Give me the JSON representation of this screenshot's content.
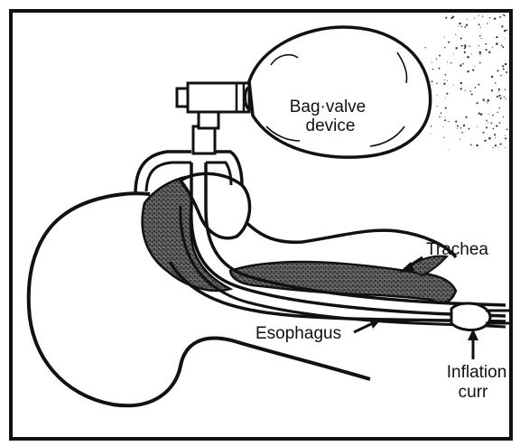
{
  "labels": {
    "bag_valve_line1": "Bag·valve",
    "bag_valve_line2": "device",
    "trachea": "Trachea",
    "esophagus": "Esophagus",
    "inflation_line1": "Inflation",
    "inflation_line2": "curr"
  },
  "colors": {
    "ink": "#111111",
    "paper": "#ffffff",
    "stipple": "#5a5a5a"
  }
}
